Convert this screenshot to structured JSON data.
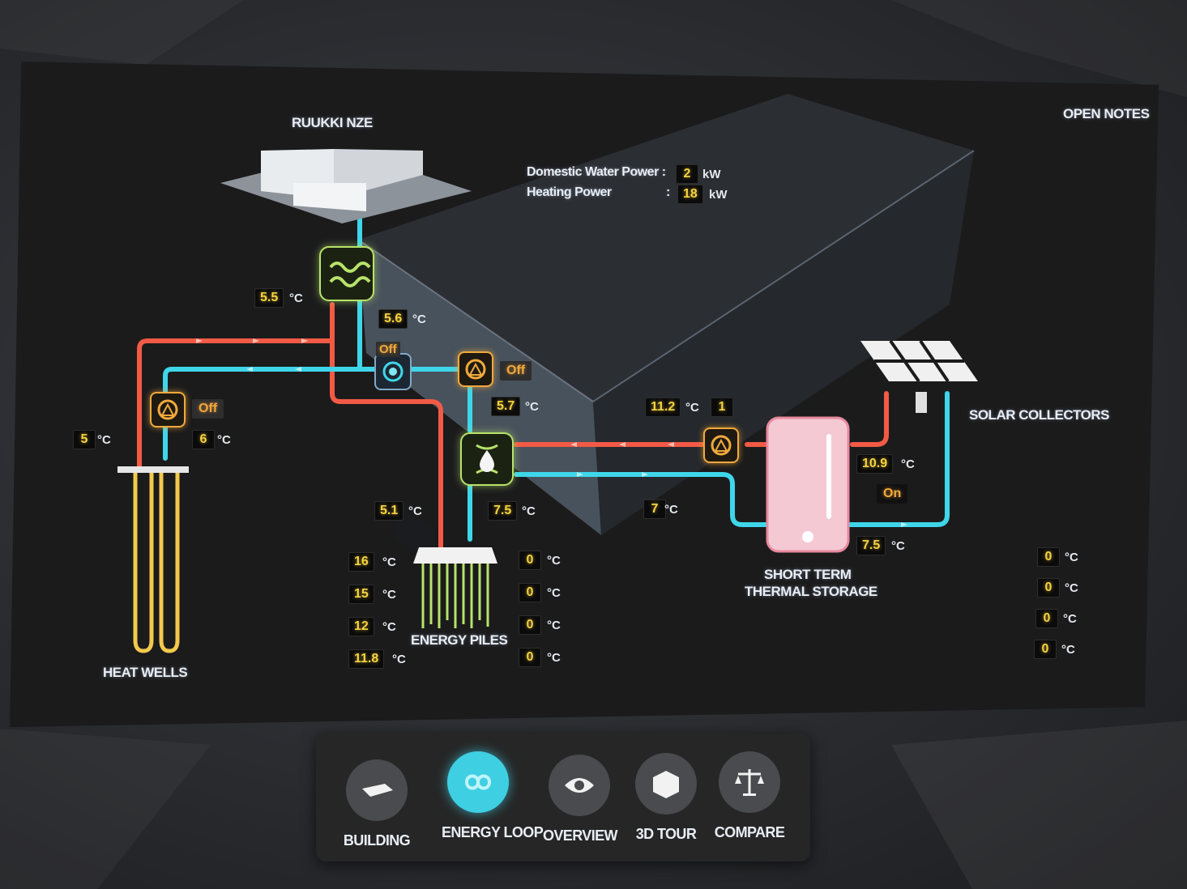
{
  "header": {
    "open_notes": "OPEN NOTES"
  },
  "building": {
    "title": "RUUKKI NZE"
  },
  "power": {
    "domestic_label": "Domestic Water Power :",
    "domestic_value": "2",
    "domestic_unit": "kW",
    "heating_label": "Heating Power",
    "heating_colon": ":",
    "heating_value": "18",
    "heating_unit": "kW"
  },
  "units": {
    "celsius": "°C"
  },
  "temps": {
    "hx_left": "5.5",
    "hx_right": "5.6",
    "valve_status": "Off",
    "pump_center_status": "Off",
    "center_return": "5.7",
    "heat_wells_left": "5",
    "heat_wells_right": "6",
    "heat_wells_pump_status": "Off",
    "piles_left": "5.1",
    "piles_right": "7.5",
    "storage_top": "11.2",
    "storage_top_idx": "1",
    "storage_right_top": "10.9",
    "storage_pump_status": "On",
    "storage_bottom": "7.5",
    "loop_return": "7"
  },
  "piles_temps_left": [
    "16",
    "15",
    "12",
    "11.8"
  ],
  "piles_temps_right": [
    "0",
    "0",
    "0",
    "0"
  ],
  "solar_temps": [
    "0",
    "0",
    "0",
    "0"
  ],
  "labels": {
    "heat_wells": "HEAT WELLS",
    "energy_piles": "ENERGY PILES",
    "storage_line1": "SHORT TERM",
    "storage_line2": "THERMAL STORAGE",
    "solar": "SOLAR COLLECTORS"
  },
  "toolbar": {
    "items": [
      {
        "label": "BUILDING",
        "icon": "building-icon",
        "active": false
      },
      {
        "label": "ENERGY LOOP",
        "icon": "infinity-icon",
        "active": true
      },
      {
        "label": "OVERVIEW",
        "icon": "eye-icon",
        "active": false
      },
      {
        "label": "3D TOUR",
        "icon": "cube-icon",
        "active": false
      },
      {
        "label": "COMPARE",
        "icon": "scale-icon",
        "active": false
      }
    ]
  },
  "colors": {
    "hot_pipe": "#f25a45",
    "cold_pipe": "#3fd6ea",
    "value_text": "#f4d33f",
    "status_text": "#f2a93c",
    "heat_exchanger": "#b7e36a",
    "toolbar_active": "#3fcfe3"
  }
}
